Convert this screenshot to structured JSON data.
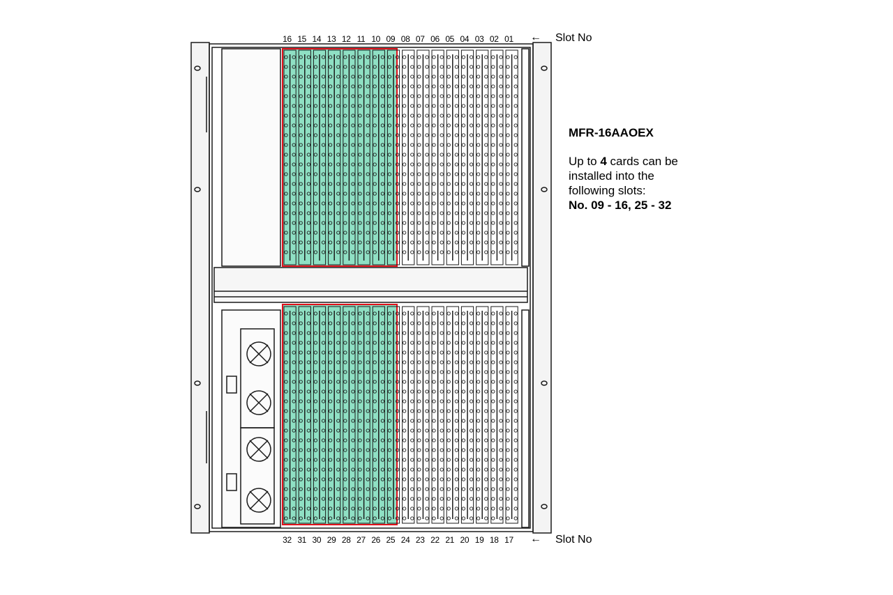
{
  "slot_label": "Slot No",
  "top_slots": [
    "16",
    "15",
    "14",
    "13",
    "12",
    "11",
    "10",
    "09",
    "08",
    "07",
    "06",
    "05",
    "04",
    "03",
    "02",
    "01"
  ],
  "bottom_slots": [
    "32",
    "31",
    "30",
    "29",
    "28",
    "27",
    "26",
    "25",
    "24",
    "23",
    "22",
    "21",
    "20",
    "19",
    "18",
    "17"
  ],
  "info": {
    "model": "MFR-16AAOEX",
    "line1_pre": "Up to ",
    "line1_count": "4",
    "line1_post": " cards can be",
    "line2": "installed into the",
    "line3": "following slots:",
    "line4": "No. 09 - 16, 25 - 32"
  },
  "colors": {
    "highlight_fill": "#8fe0c4",
    "highlight_border": "#e0101a",
    "line": "#1a1a1a"
  }
}
